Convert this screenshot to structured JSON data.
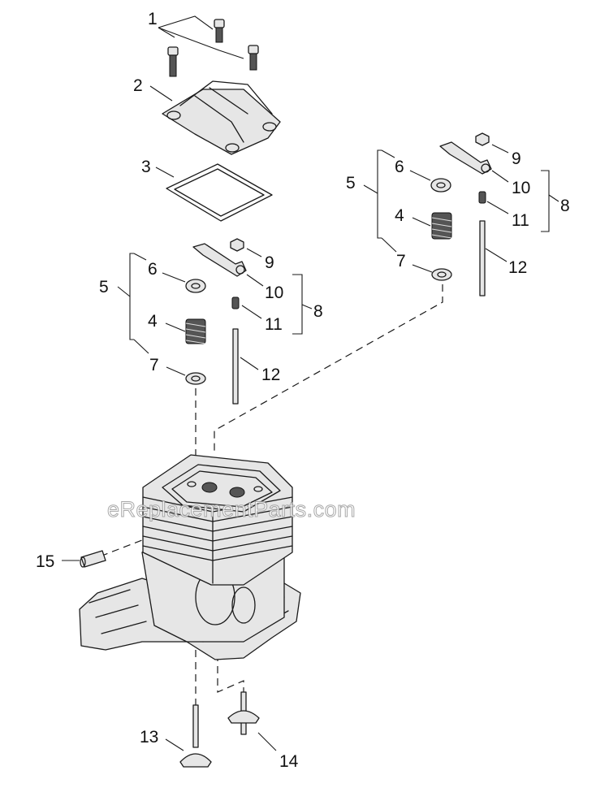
{
  "watermark": "eReplacementParts.com",
  "callouts": {
    "c1": "1",
    "c2": "2",
    "c3": "3",
    "c5a": "5",
    "c6a": "6",
    "c4a": "4",
    "c7a": "7",
    "c9a": "9",
    "c10a": "10",
    "c11a": "11",
    "c8a": "8",
    "c12a": "12",
    "c5b": "5",
    "c6b": "6",
    "c4b": "4",
    "c7b": "7",
    "c9b": "9",
    "c10b": "10",
    "c11b": "11",
    "c8b": "8",
    "c12b": "12",
    "c15": "15",
    "c13": "13",
    "c14": "14"
  }
}
